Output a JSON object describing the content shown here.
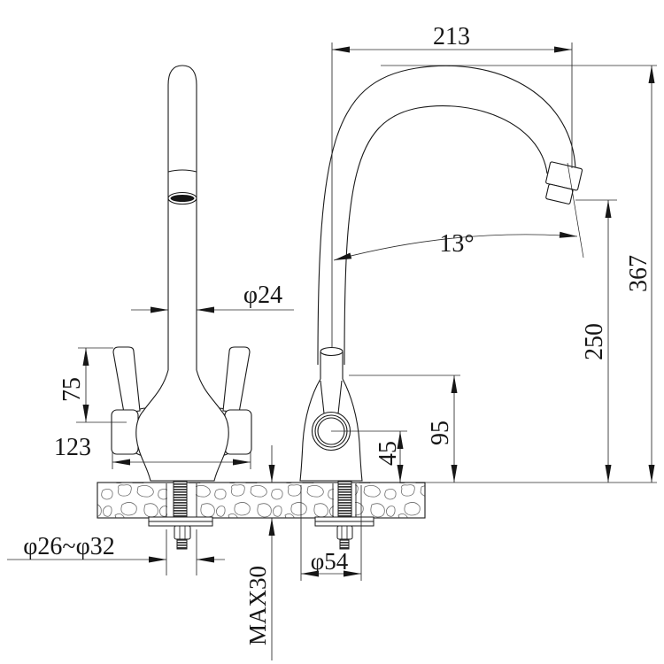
{
  "drawing": {
    "title": "faucet-two-view-dimension-drawing",
    "background": "#ffffff",
    "line_color": "#1a1a1a",
    "dimension_color": "#2a2a2a",
    "dimensions": {
      "spout_reach": "213",
      "spout_angle": "13°",
      "overall_height": "367",
      "outlet_height": "250",
      "body_height": "95",
      "handle_center_height": "45",
      "base_diameter": "φ54",
      "max_counter_thickness": "MAX30",
      "mounting_hole_diameter": "φ26~φ32",
      "handle_spread": "123",
      "handle_length": "75",
      "spout_tube_diameter": "φ24"
    }
  }
}
